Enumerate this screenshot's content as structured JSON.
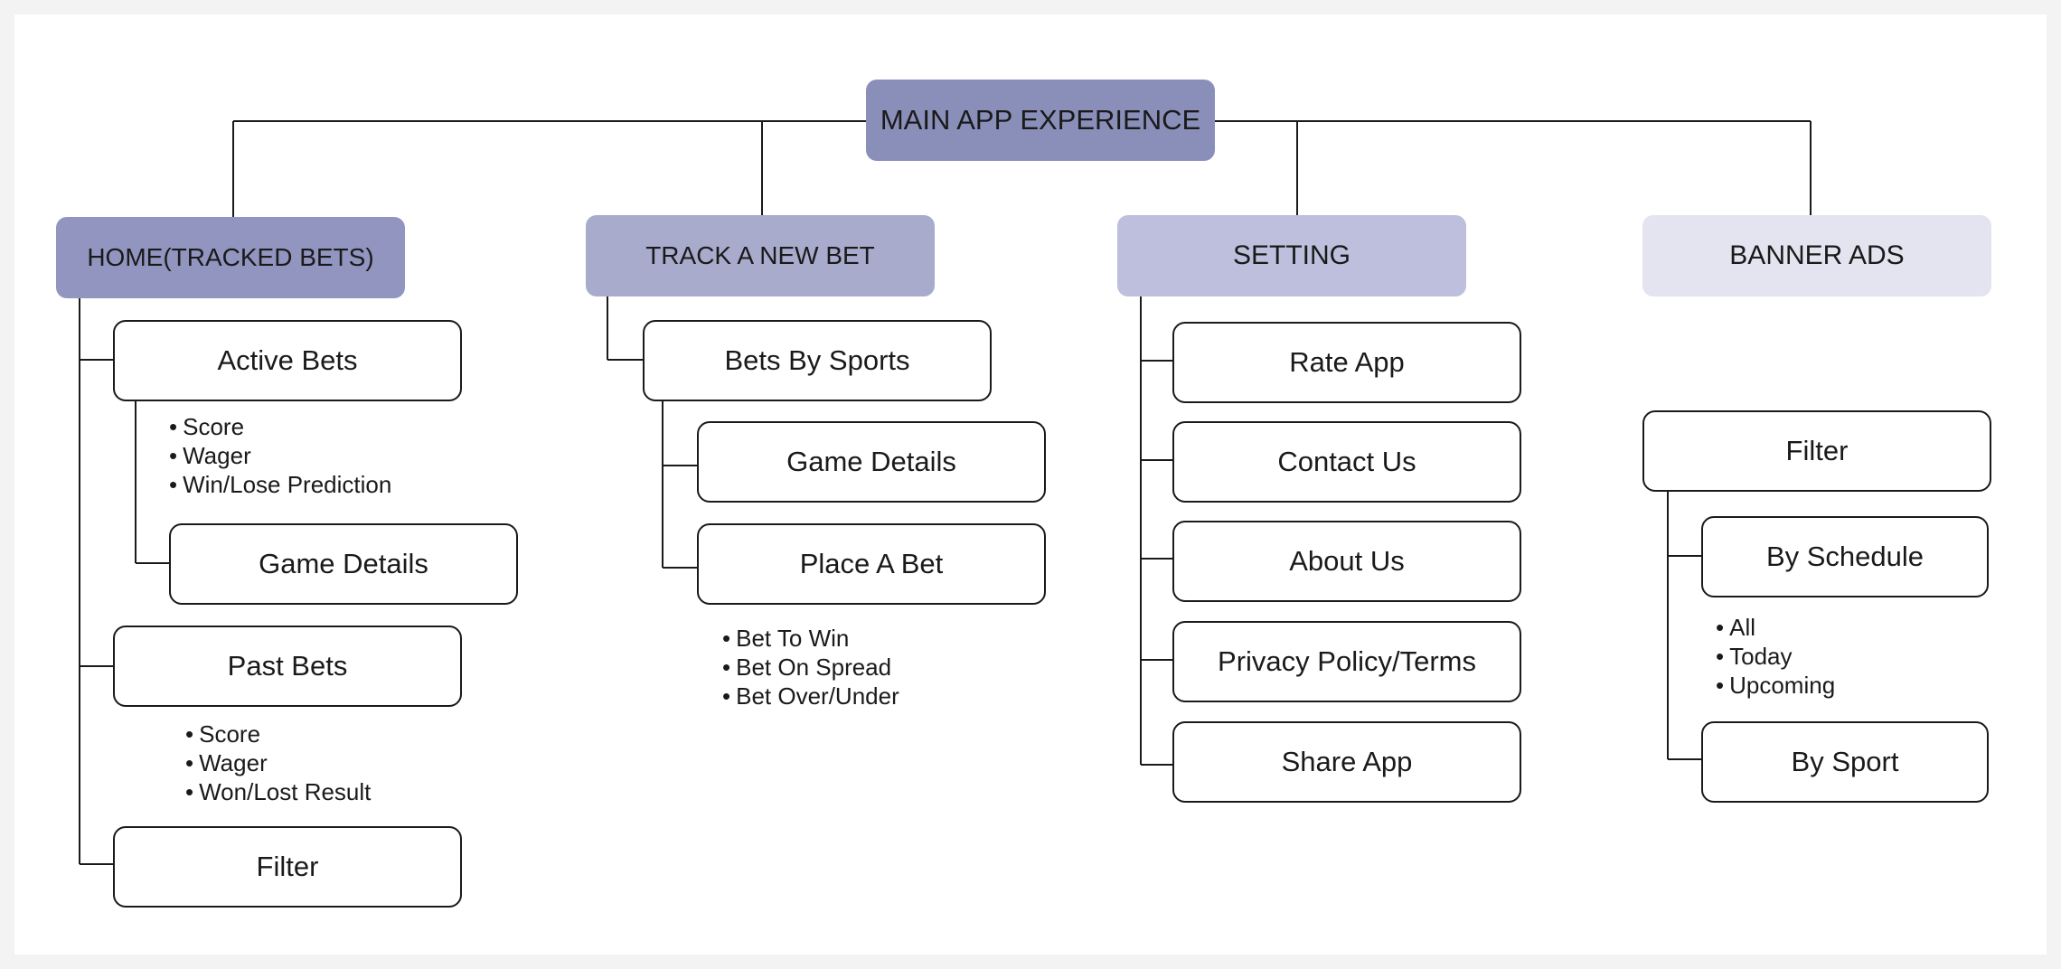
{
  "colors": {
    "root": "#8a8fba",
    "home": "#9195bf",
    "track": "#a9abcd",
    "setting": "#bdbfdc",
    "banner": "#e3e4ef",
    "line": "#1a1a1a"
  },
  "root": {
    "label": "MAIN APP EXPERIENCE"
  },
  "home": {
    "label": "HOME(TRACKED BETS)",
    "active_bets": "Active Bets",
    "active_bullets": [
      "Score",
      "Wager",
      "Win/Lose Prediction"
    ],
    "game_details": "Game Details",
    "past_bets": "Past Bets",
    "past_bullets": [
      "Score",
      "Wager",
      "Won/Lost Result"
    ],
    "filter": "Filter"
  },
  "track": {
    "label": "TRACK A NEW BET",
    "bets_by_sports": "Bets By Sports",
    "game_details": "Game Details",
    "place_a_bet": "Place A Bet",
    "bet_bullets": [
      "Bet To Win",
      "Bet On Spread",
      "Bet Over/Under"
    ]
  },
  "setting": {
    "label": "SETTING",
    "items": [
      "Rate App",
      "Contact Us",
      "About Us",
      "Privacy Policy/Terms",
      "Share App"
    ]
  },
  "banner": {
    "label": "BANNER ADS",
    "filter": "Filter",
    "by_schedule": "By Schedule",
    "schedule_bullets": [
      "All",
      "Today",
      "Upcoming"
    ],
    "by_sport": "By Sport"
  }
}
